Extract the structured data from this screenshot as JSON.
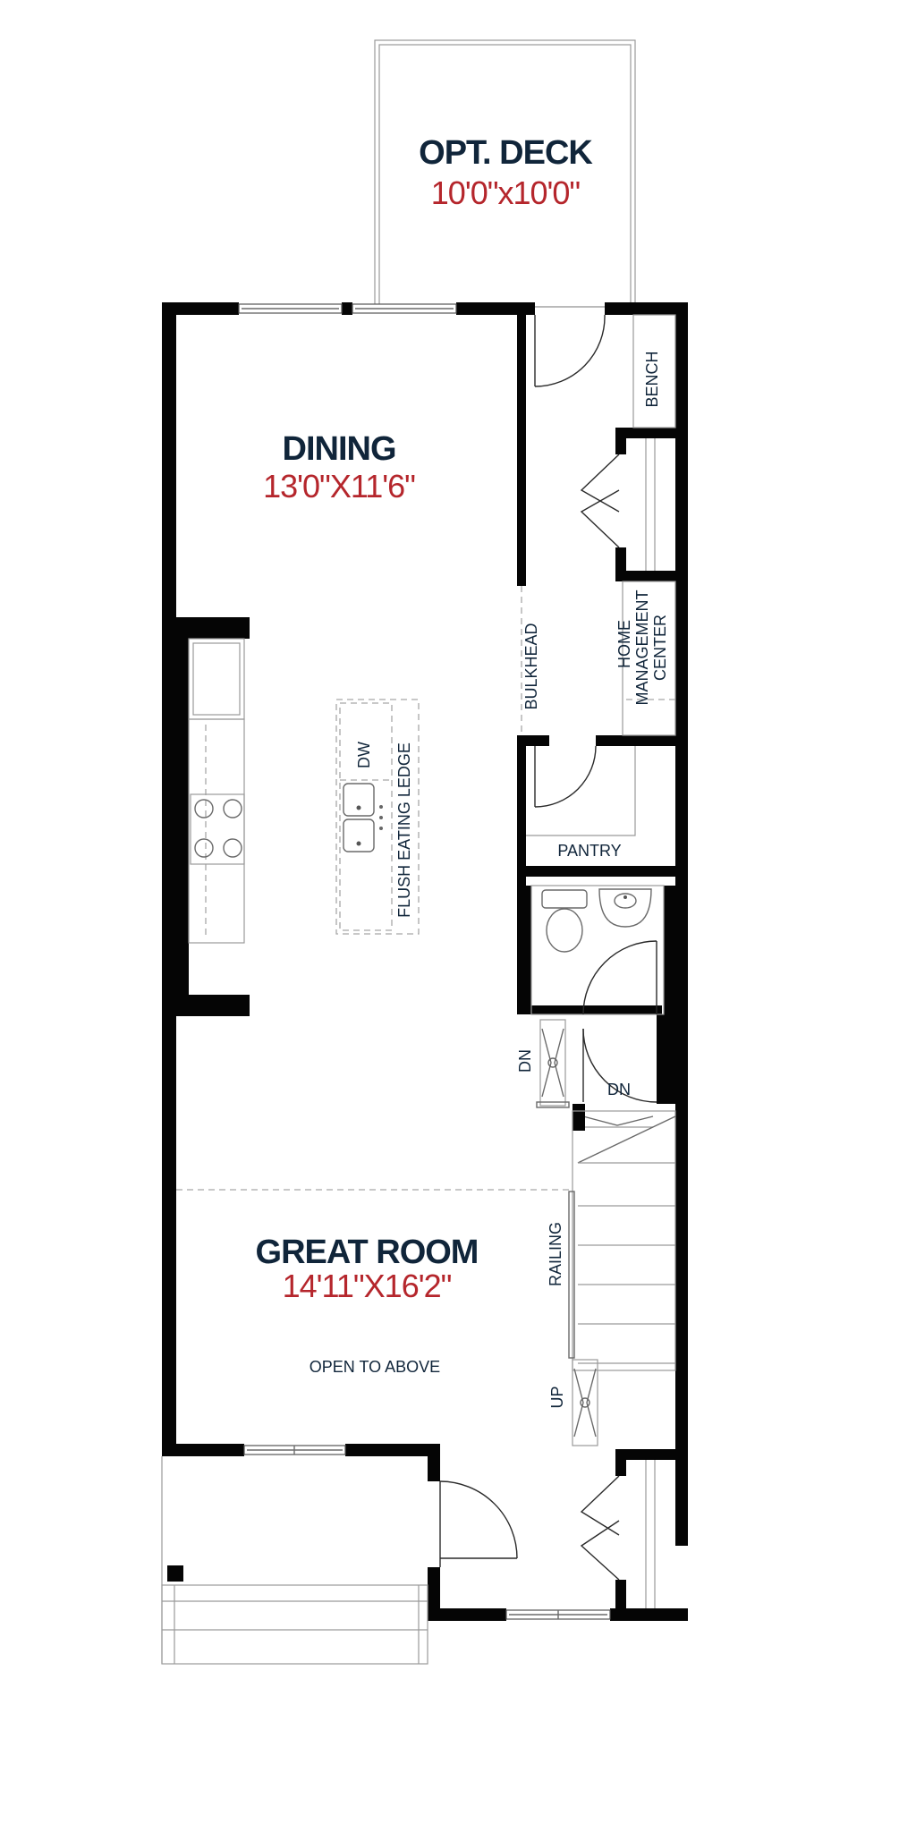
{
  "accent_colors": {
    "room_name": "#10253a",
    "room_dimension": "#b5262c",
    "walls": "#050505"
  },
  "rooms": {
    "deck": {
      "name": "OPT. DECK",
      "dims": "10'0\"x10'0\""
    },
    "dining": {
      "name": "DINING",
      "dims": "13'0\"X11'6\""
    },
    "great_room": {
      "name": "GREAT ROOM",
      "dims": "14'11\"X16'2\""
    }
  },
  "labels": {
    "bench": "BENCH",
    "home_mgmt_line1": "HOME",
    "home_mgmt_line2": "MANAGEMENT",
    "home_mgmt_line3": "CENTER",
    "bulkhead": "BULKHEAD",
    "dw": "DW",
    "flush_eating_ledge": "FLUSH EATING LEDGE",
    "pantry": "PANTRY",
    "dn_left": "DN",
    "dn_right": "DN",
    "railing": "RAILING",
    "open_to_above": "OPEN TO ABOVE",
    "up": "UP"
  },
  "icons": [
    "toilet-icon",
    "sink-icon",
    "double-sink-icon",
    "cooktop-icon",
    "door-swing-icon",
    "bifold-door-icon"
  ]
}
